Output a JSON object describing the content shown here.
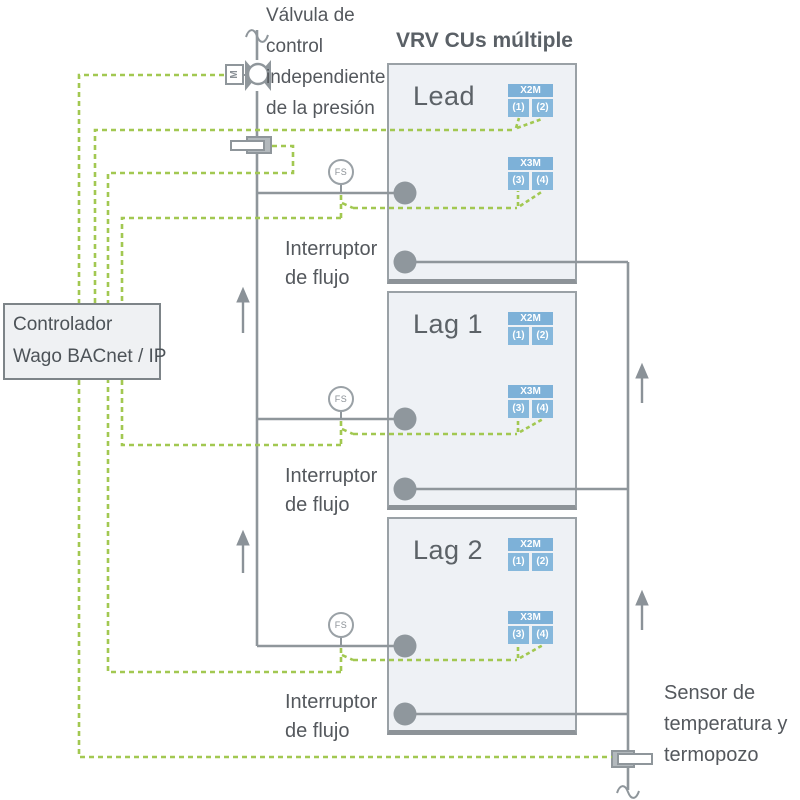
{
  "diagram": {
    "title": "VRV CUs múltiple",
    "valve_label": {
      "line1": "Válvula de",
      "line2": "control",
      "line3": "independiente",
      "line4": "de la presión"
    },
    "controller": {
      "line1": "Controlador",
      "line2": "Wago BACnet / IP"
    },
    "actuator_tag": "M",
    "flow_switch_tag": "FS",
    "flow_switch_label": {
      "line1": "Interruptor",
      "line2": "de flujo"
    },
    "sensor_label": {
      "line1": "Sensor de",
      "line2": "temperatura y",
      "line3": "termopozo"
    },
    "units": [
      {
        "name": "Lead",
        "x2m_label": "X2M",
        "x2m_t1": "(1)",
        "x2m_t2": "(2)",
        "x3m_label": "X3M",
        "x3m_t1": "(3)",
        "x3m_t2": "(4)"
      },
      {
        "name": "Lag 1",
        "x2m_label": "X2M",
        "x2m_t1": "(1)",
        "x2m_t2": "(2)",
        "x3m_label": "X3M",
        "x3m_t1": "(3)",
        "x3m_t2": "(4)"
      },
      {
        "name": "Lag 2",
        "x2m_label": "X2M",
        "x2m_t1": "(1)",
        "x2m_t2": "(2)",
        "x3m_label": "X3M",
        "x3m_t1": "(3)",
        "x3m_t2": "(4)"
      }
    ],
    "colors": {
      "wire_green": "#a2c851",
      "pipe_gray": "#8f969b",
      "terminal_header_blue": "#7db1d8",
      "terminal_cell_blue": "#86b8dc",
      "unit_fill": "#eef1f5",
      "text_gray": "#54585d"
    }
  }
}
